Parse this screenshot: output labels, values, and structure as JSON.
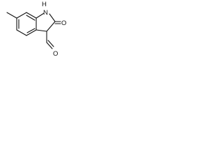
{
  "structure": {
    "atoms": {
      "nh_label": "H",
      "nh_n_label": "N",
      "lactam_oxygen_label": "O",
      "aldehyde_oxygen_label": "O"
    }
  },
  "colors": {
    "bond": "#111111",
    "background": "#ffffff"
  }
}
